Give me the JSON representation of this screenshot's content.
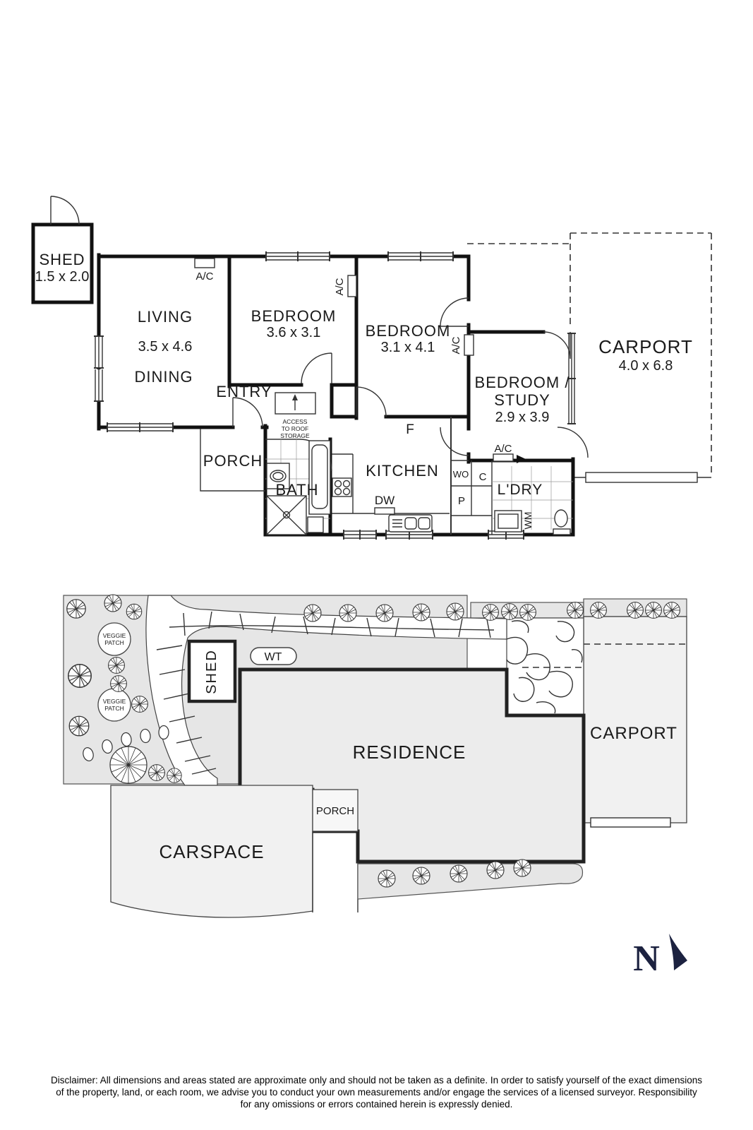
{
  "floor_plan": {
    "shed": {
      "label": "SHED",
      "dims": "1.5 x 2.0"
    },
    "living": {
      "label": "LIVING",
      "dims": "3.5 x 4.6",
      "label2": "DINING"
    },
    "bedroom1": {
      "label": "BEDROOM",
      "dims": "3.6 x 3.1"
    },
    "bedroom2": {
      "label": "BEDROOM",
      "dims": "3.1 x 4.1"
    },
    "bedroom3": {
      "label1": "BEDROOM /",
      "label2": "STUDY",
      "dims": "2.9 x 3.9"
    },
    "carport": {
      "label": "CARPORT",
      "dims": "4.0 x 6.8"
    },
    "entry": "ENTRY",
    "porch": "PORCH",
    "bath": "BATH",
    "kitchen": "KITCHEN",
    "laundry": "L'DRY",
    "access": {
      "line1": "ACCESS",
      "line2": "TO ROOF",
      "line3": "STORAGE"
    },
    "fixtures": {
      "ac": "A/C",
      "fridge": "F",
      "dishwasher": "DW",
      "wall_oven": "WO",
      "cupboard": "C",
      "pantry": "P",
      "washing_machine": "WM"
    }
  },
  "site_plan": {
    "residence": "RESIDENCE",
    "carport": "CARPORT",
    "carspace": "CARSPACE",
    "porch": "PORCH",
    "shed": "SHED",
    "water_tank": "WT",
    "veggie": {
      "line1": "VEGGIE",
      "line2": "PATCH"
    }
  },
  "compass": {
    "north": "N"
  },
  "disclaimer": {
    "line1": "Disclaimer: All dimensions and areas stated are approximate only and should not be taken as a definite. In order to satisfy yourself of the exact dimensions",
    "line2": "of the property, land, or each room, we advise you to conduct your own measurements and/or engage the services of a licensed surveyor. Responsibility",
    "line3": "for any omissions or errors contained herein is expressly denied."
  },
  "colors": {
    "wall": "#111111",
    "garden": "#e6e6e6",
    "residence_fill": "#ececec",
    "compass": "#1c2240"
  }
}
